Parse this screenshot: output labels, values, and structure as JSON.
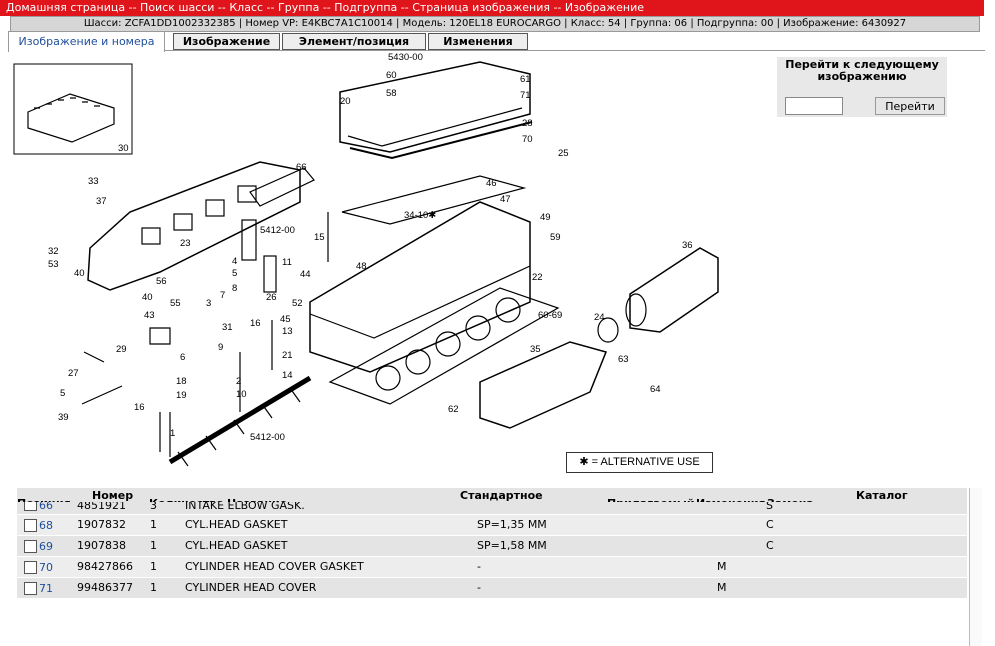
{
  "breadcrumb": [
    "Домашняя страница",
    "Поиск шасси",
    "Класс",
    "Группа",
    "Подгруппа",
    "Страница изображения",
    "Изображение"
  ],
  "breadcrumb_sep": " -- ",
  "info": "Шасси: ZCFA1DD1002332385 | Номер VP: E4KBC7A1C10014 | Модель: 120EL18 EUROCARGO | Класс: 54 | Группа: 06 | Подгруппа: 00 | Изображение: 6430927",
  "tabs": {
    "active": "Изображение и номера",
    "image": "Изображение",
    "element": "Элемент/позиция",
    "changes": "Изменения"
  },
  "goto": {
    "label": "Перейти к следующему изображению",
    "button": "Перейти",
    "value": ""
  },
  "legend": "✱ = ALTERNATIVE USE",
  "drawing_labels": [
    "30",
    "5430-00",
    "60",
    "58",
    "20",
    "61",
    "71",
    "28",
    "70",
    "25",
    "66",
    "33",
    "37",
    "23",
    "46",
    "47",
    "34-10✱",
    "49",
    "59",
    "15",
    "5412-00",
    "4",
    "5",
    "8",
    "11",
    "44",
    "48",
    "32",
    "53",
    "40",
    "56",
    "40",
    "55",
    "43",
    "3",
    "7",
    "26",
    "52",
    "22",
    "36",
    "60-69",
    "16",
    "31",
    "45",
    "13",
    "9",
    "6",
    "29",
    "24",
    "35",
    "27",
    "5",
    "39",
    "18",
    "19",
    "2",
    "10",
    "21",
    "16",
    "1",
    "5412-00",
    "14",
    "63",
    "64",
    "62"
  ],
  "table": {
    "headers": [
      "Позиция",
      "Номер",
      "Количество",
      "Название",
      "Стандартное",
      "Прилагаемый",
      "Изменения",
      "Замена",
      "Каталог"
    ],
    "partial_row": {
      "pos": "66",
      "num": "4851921",
      "qty": "3",
      "name": "INTAKE ELBOW GASK.",
      "std": "",
      "repl": "S"
    },
    "rows": [
      {
        "pos": "68",
        "num": "1907832",
        "qty": "1",
        "name": "CYL.HEAD GASKET",
        "std": "SP=1,35 MM",
        "chg": "",
        "repl": "C"
      },
      {
        "pos": "69",
        "num": "1907838",
        "qty": "1",
        "name": "CYL.HEAD GASKET",
        "std": "SP=1,58 MM",
        "chg": "",
        "repl": "C"
      },
      {
        "pos": "70",
        "num": "98427866",
        "qty": "1",
        "name": "CYLINDER HEAD COVER GASKET",
        "std": "-",
        "chg": "M",
        "repl": ""
      },
      {
        "pos": "71",
        "num": "99486377",
        "qty": "1",
        "name": "CYLINDER HEAD COVER",
        "std": "-",
        "chg": "M",
        "repl": ""
      }
    ]
  }
}
